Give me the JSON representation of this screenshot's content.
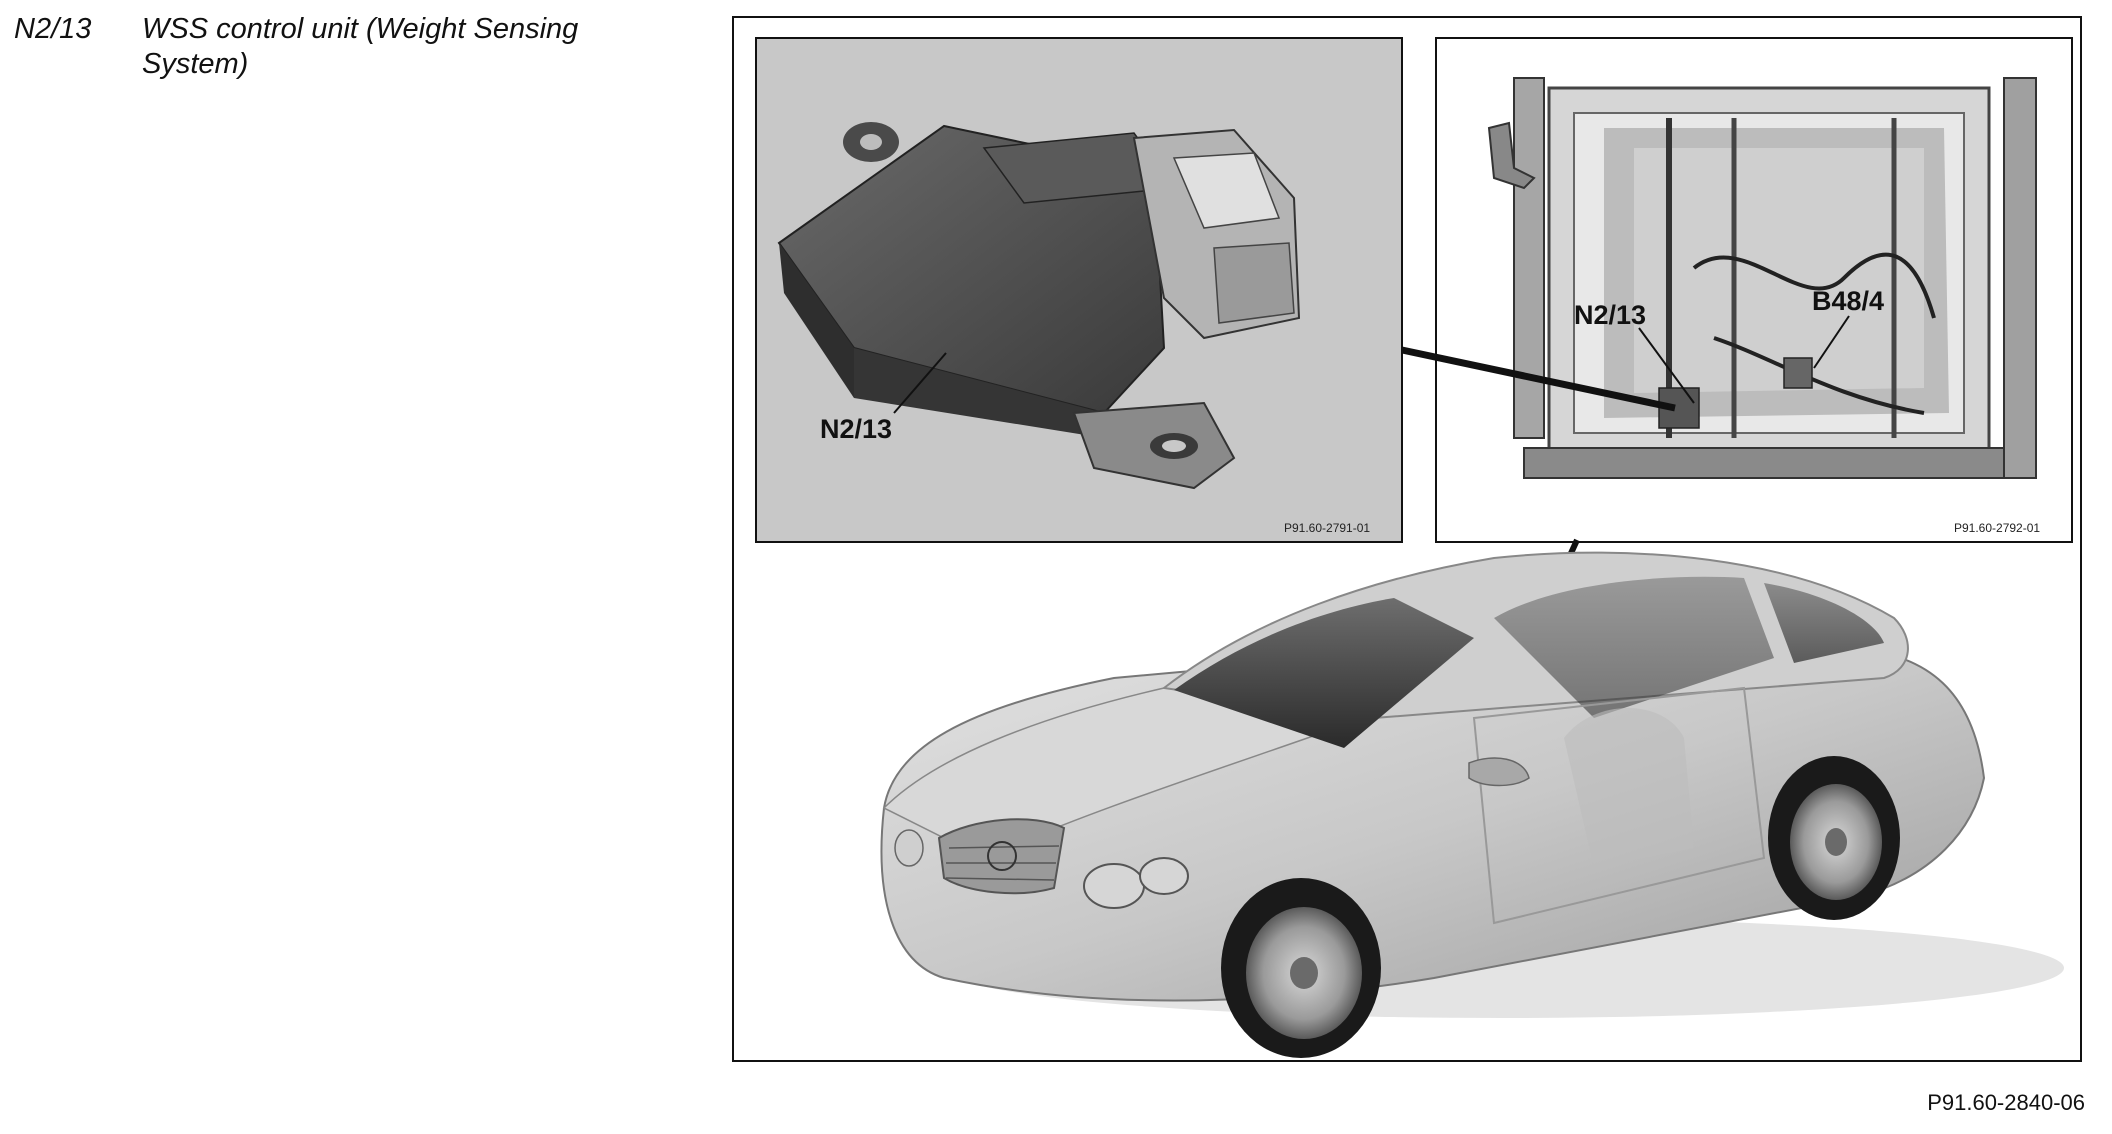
{
  "legend": {
    "code": "N2/13",
    "description": "WSS control unit (Weight Sensing System)"
  },
  "figure": {
    "inset_left": {
      "callout": "N2/13",
      "ref": "P91.60-2791-01"
    },
    "inset_right": {
      "callout_a": "N2/13",
      "callout_b": "B48/4",
      "ref": "P91.60-2792-01"
    },
    "ref": "P91.60-2840-06"
  }
}
